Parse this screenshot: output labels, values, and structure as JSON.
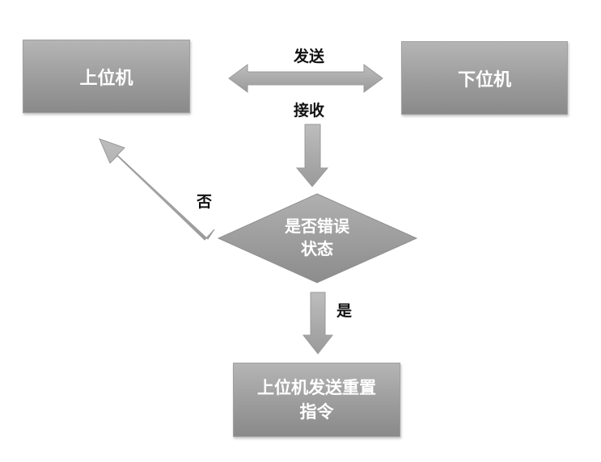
{
  "nodes": {
    "host": "上位机",
    "slave": "下位机",
    "decision_line1": "是否错误",
    "decision_line2": "状态",
    "reset_line1": "上位机发送重置",
    "reset_line2": "指令"
  },
  "edge_labels": {
    "send": "发送",
    "receive": "接收",
    "no": "否",
    "yes": "是"
  },
  "colors": {
    "shape_fill_light": "#b5b5b5",
    "shape_fill_dark": "#8a8a8a",
    "arrow_fill": "#a6a6a6",
    "label_text": "#111111",
    "shape_text": "#ffffff"
  }
}
